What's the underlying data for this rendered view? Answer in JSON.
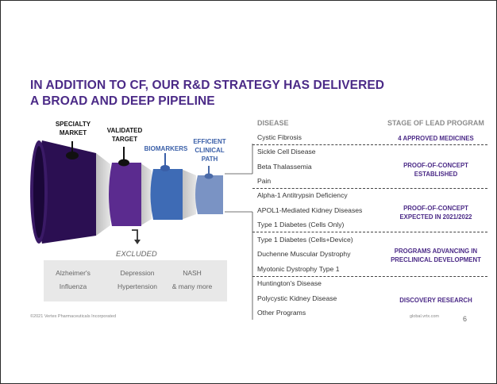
{
  "title": {
    "line1": "IN ADDITION TO CF, OUR R&D STRATEGY HAS DELIVERED",
    "line2": "A BROAD AND DEEP PIPELINE"
  },
  "funnel": {
    "stage1": [
      "SPECIALTY",
      "MARKET"
    ],
    "stage2": [
      "VALIDATED",
      "TARGET"
    ],
    "stage3": [
      "BIOMARKERS"
    ],
    "stage4": [
      "EFFICIENT",
      "CLINICAL",
      "PATH"
    ],
    "colors": [
      "#2b0f52",
      "#5b2b8f",
      "#3e6bb5",
      "#7a93c4"
    ]
  },
  "excluded": {
    "label": "EXCLUDED",
    "items": [
      [
        "Alzheimer's",
        "Influenza"
      ],
      [
        "Depression",
        "Hypertension"
      ],
      [
        "NASH",
        "& many more"
      ]
    ]
  },
  "table": {
    "disease_header": "DISEASE",
    "stage_header": "STAGE OF LEAD PROGRAM",
    "diseases": [
      "Cystic Fibrosis",
      "Sickle Cell Disease",
      "Beta Thalassemia",
      "Pain",
      "Alpha-1 Antitrypsin Deficiency",
      "APOL1-Mediated Kidney Diseases",
      "Type 1 Diabetes (Cells Only)",
      "Type 1 Diabetes (Cells+Device)",
      "Duchenne Muscular Dystrophy",
      "Myotonic Dystrophy Type 1",
      "Huntington's Disease",
      "Polycystic Kidney Disease",
      "Other Programs"
    ],
    "stages": [
      [
        "4 APPROVED MEDICINES"
      ],
      [
        "PROOF-OF-CONCEPT",
        "ESTABLISHED"
      ],
      [
        "PROOF-OF-CONCEPT",
        "EXPECTED IN 2021/2022"
      ],
      [
        "PROGRAMS ADVANCING IN",
        "PRECLINICAL  DEVELOPMENT"
      ],
      [
        "DISCOVERY RESEARCH"
      ]
    ]
  },
  "footer": {
    "copyright": "©2021 Vertex Pharmaceuticals Incorporated",
    "website": "global.vrtx.com",
    "page": "6"
  }
}
